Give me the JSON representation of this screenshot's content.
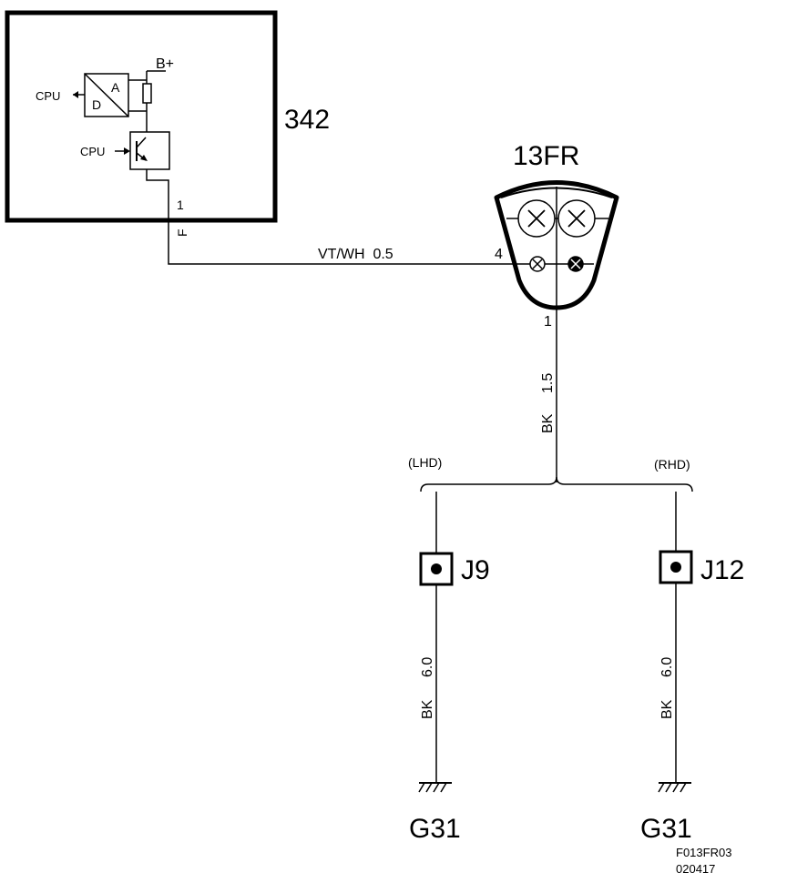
{
  "module": {
    "id": "342",
    "supply_label": "B+",
    "adc_labels": {
      "a": "A",
      "d": "D"
    },
    "cpu_out_label": "CPU",
    "cpu_in_label": "CPU",
    "pin_number": "1",
    "pin_letter": "F"
  },
  "lamp": {
    "id": "13FR",
    "input_pin": "4",
    "ground_pin": "1"
  },
  "wires": {
    "signal": "VT/WH  0.5",
    "ground_size": "1.5",
    "ground_color": "BK",
    "lhd_size": "6.0",
    "lhd_color": "BK",
    "rhd_size": "6.0",
    "rhd_color": "BK"
  },
  "variants": {
    "lhd": "(LHD)",
    "rhd": "(RHD)"
  },
  "splices": {
    "left": "J9",
    "right": "J12"
  },
  "grounds": {
    "left": "G31",
    "right": "G31"
  },
  "figure": {
    "code": "F013FR03",
    "date": "020417"
  }
}
